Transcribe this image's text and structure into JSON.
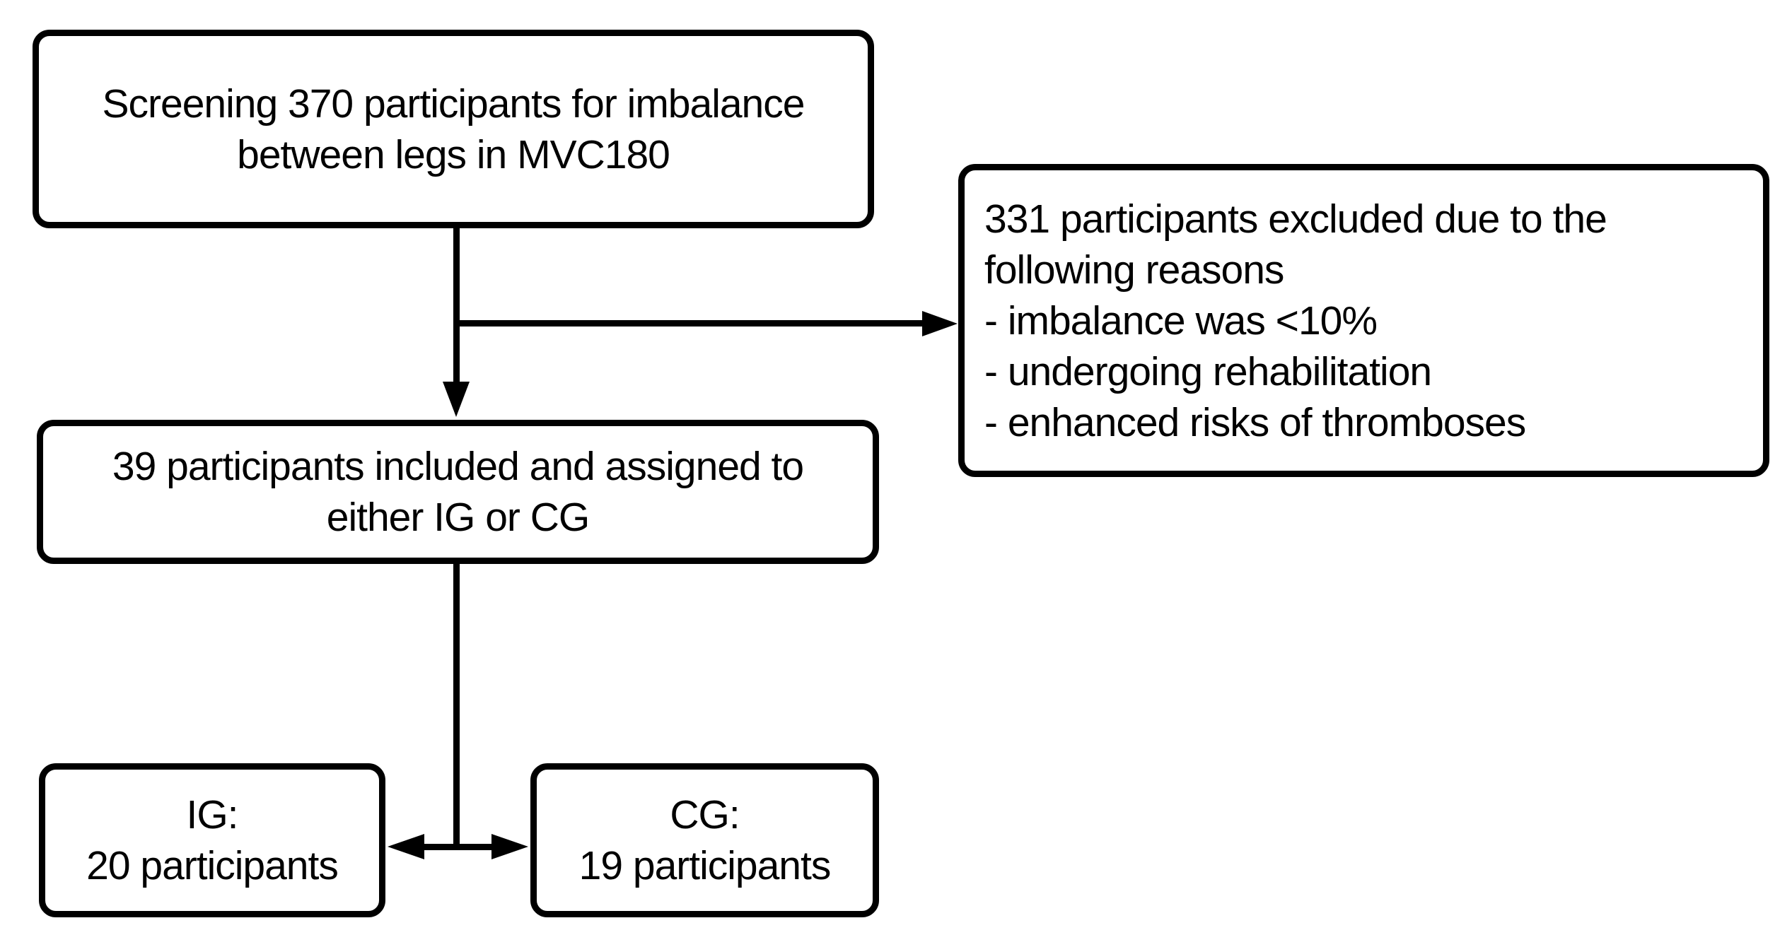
{
  "diagram": {
    "type": "flowchart",
    "colors": {
      "background": "#ffffff",
      "border": "#000000",
      "text": "#000000",
      "connector": "#000000"
    },
    "nodes": {
      "screening": {
        "lines": [
          "Screening 370 participants for imbalance",
          "between legs in MVC180"
        ]
      },
      "excluded": {
        "lines": [
          "331 participants excluded due to the",
          "following reasons",
          "- imbalance was <10%",
          "- undergoing rehabilitation",
          "- enhanced risks of thromboses"
        ]
      },
      "included": {
        "lines": [
          "39 participants included and assigned to",
          "either IG or CG"
        ]
      },
      "ig": {
        "lines": [
          "IG:",
          "20 participants"
        ]
      },
      "cg": {
        "lines": [
          "CG:",
          "19 participants"
        ]
      }
    },
    "edges": [
      {
        "from": "screening",
        "to": "included",
        "style": "arrow-down"
      },
      {
        "from": "screening",
        "to": "excluded",
        "style": "arrow-right-branch"
      },
      {
        "from": "included",
        "to": "ig-cg-split",
        "style": "double-headed-arrow"
      }
    ]
  }
}
